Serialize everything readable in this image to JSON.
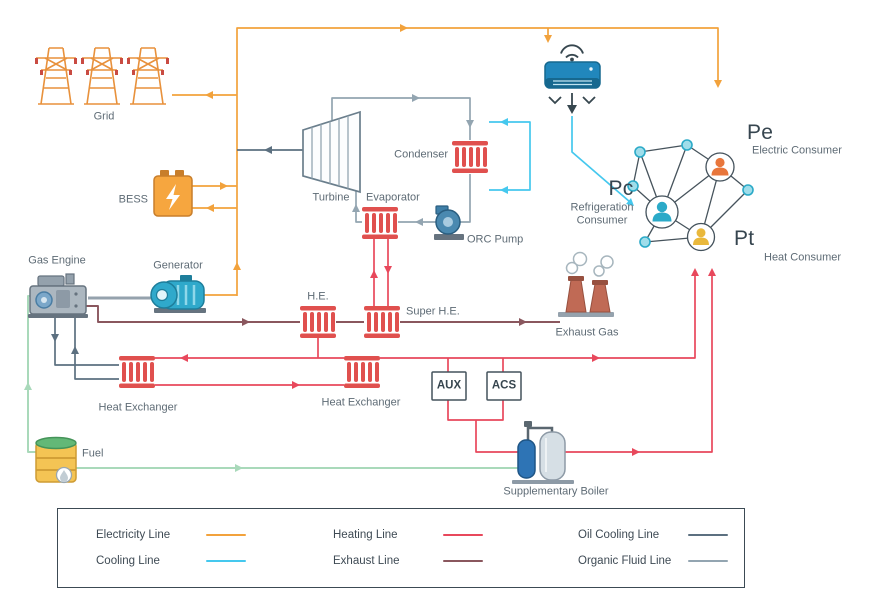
{
  "colors": {
    "electricity": "#F2A23C",
    "cooling": "#45C8EE",
    "heating": "#E8485C",
    "exhaust": "#8A575E",
    "oil": "#5C7080",
    "organic": "#93A5B1",
    "fuel": "#A9D9BA",
    "edge": "#46535C"
  },
  "components": {
    "grid": "Grid",
    "bess": "BESS",
    "turbine": "Turbine",
    "condenser": "Condenser",
    "evaporator": "Evaporator",
    "orc_pump": "ORC Pump",
    "gas_engine": "Gas Engine",
    "generator": "Generator",
    "he": "H.E.",
    "super_he": "Super H.E.",
    "exhaust_gas": "Exhaust Gas",
    "heat_exchanger_oil": "Heat Exchanger",
    "heat_exchanger_mid": "Heat Exchanger",
    "aux": "AUX",
    "acs": "ACS",
    "fuel": "Fuel",
    "boiler": "Supplementary Boiler"
  },
  "consumers": {
    "electric": {
      "symbol": "Pe",
      "label": "Electric Consumer"
    },
    "refrigeration": {
      "symbol": "Pc",
      "label": "Refrigeration\nConsumer"
    },
    "heat": {
      "symbol": "Pt",
      "label": "Heat Consumer"
    }
  },
  "legend": {
    "items": [
      {
        "label": "Electricity Line",
        "color": "electricity"
      },
      {
        "label": "Cooling Line",
        "color": "cooling"
      },
      {
        "label": "Heating Line",
        "color": "heating"
      },
      {
        "label": "Exhaust Line",
        "color": "exhaust"
      },
      {
        "label": "Oil Cooling Line",
        "color": "oil"
      },
      {
        "label": "Organic Fluid Line",
        "color": "organic"
      }
    ]
  }
}
